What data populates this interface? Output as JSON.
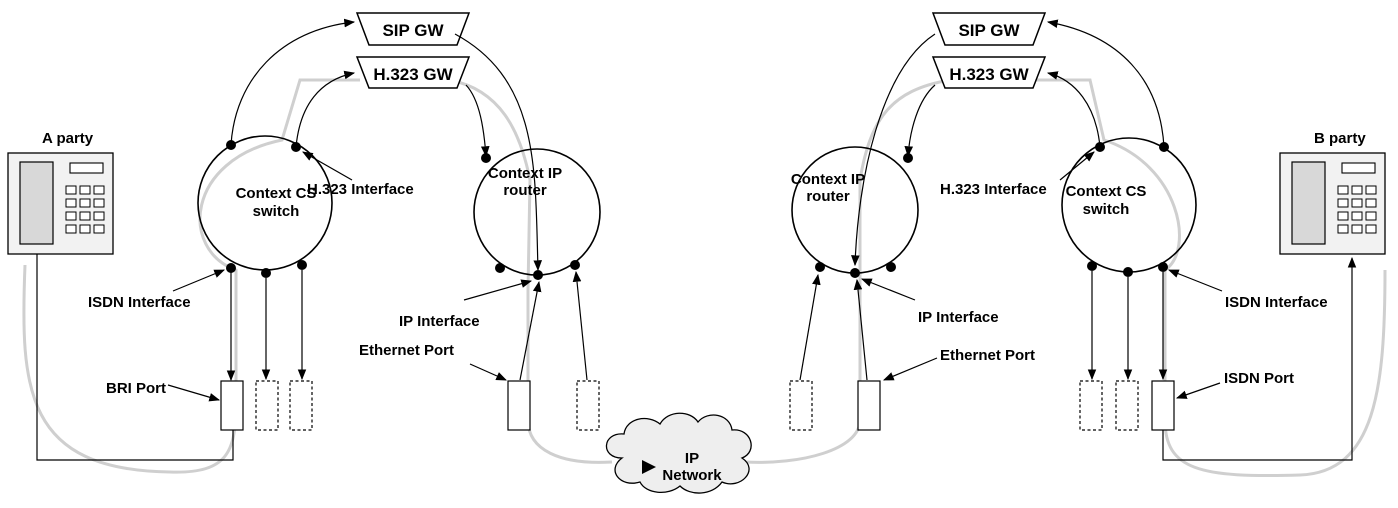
{
  "left": {
    "phone_label": "A party",
    "context_line1": "Context CS",
    "context_line2": "switch",
    "h323_interface": "H.323 Interface",
    "isdn_interface": "ISDN Interface",
    "port_label": "BRI Port",
    "sip_gw": "SIP GW",
    "h323_gw": "H.323 GW",
    "ip_context_line1": "Context IP",
    "ip_context_line2": "router",
    "ip_interface": "IP Interface",
    "ethernet_port": "Ethernet Port"
  },
  "right": {
    "phone_label": "B party",
    "context_line1": "Context CS",
    "context_line2": "switch",
    "h323_interface": "H.323 Interface",
    "isdn_interface": "ISDN Interface",
    "port_label": "ISDN Port",
    "sip_gw": "SIP GW",
    "h323_gw": "H.323 GW",
    "ip_context_line1": "Context IP",
    "ip_context_line2": "router",
    "ip_interface": "IP Interface",
    "ethernet_port": "Ethernet Port"
  },
  "network": {
    "line1": "IP",
    "line2": "Network"
  }
}
